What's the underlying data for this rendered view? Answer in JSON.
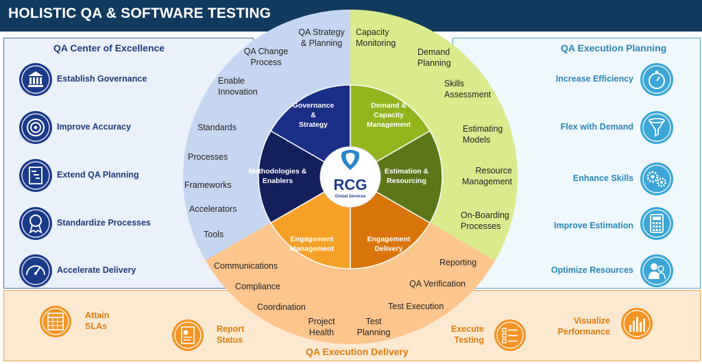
{
  "title": "HOLISTIC QA & SOFTWARE TESTING",
  "left_panel": {
    "title": "QA Center of Excellence",
    "items": [
      {
        "label": "Establish Governance",
        "icon": "institution-icon"
      },
      {
        "label": "Improve Accuracy",
        "icon": "target-icon"
      },
      {
        "label": "Extend QA Planning",
        "icon": "gantt-document-icon"
      },
      {
        "label": "Standardize Processes",
        "icon": "award-ribbon-icon"
      },
      {
        "label": "Accelerate Delivery",
        "icon": "speedometer-icon"
      }
    ]
  },
  "right_panel": {
    "title": "QA Execution Planning",
    "items": [
      {
        "label": "Increase Efficiency",
        "icon": "stopwatch-icon"
      },
      {
        "label": "Flex with Demand",
        "icon": "funnel-icon"
      },
      {
        "label": "Enhance Skills",
        "icon": "gears-icon"
      },
      {
        "label": "Improve Estimation",
        "icon": "calculator-icon"
      },
      {
        "label": "Optimize Resources",
        "icon": "people-icon"
      }
    ]
  },
  "bottom_panel": {
    "title": "QA Execution Delivery",
    "items": [
      {
        "line1": "Attain",
        "line2": "SLAs",
        "icon": "calendar-grid-icon"
      },
      {
        "line1": "Report",
        "line2": "Status",
        "icon": "report-icon"
      },
      {
        "line1": "Execute",
        "line2": "Testing",
        "icon": "checklist-icon"
      },
      {
        "line1": "Visualize",
        "line2": "Performance",
        "icon": "bar-chart-icon"
      }
    ]
  },
  "wheel": {
    "center_logo": {
      "text": "RCG",
      "sub": "Global Services"
    },
    "segments": [
      {
        "line1": "Governance",
        "line2": "&",
        "line3": "Strategy",
        "color": "#1c2f86"
      },
      {
        "line1": "Demand &",
        "line2": "Capacity",
        "line3": "Management",
        "color": "#92b51e"
      },
      {
        "line1": "Estimation &",
        "line2": "Resourcing",
        "color": "#5c761a"
      },
      {
        "line1": "Engagement",
        "line2": "Delivery",
        "color": "#d9750a"
      },
      {
        "line1": "Engagement",
        "line2": "Management",
        "color": "#f5a128"
      },
      {
        "line1": "Methodologies &",
        "line2": "Enablers",
        "color": "#12205c"
      }
    ],
    "outer_colors": {
      "blue": "#c5d6f1",
      "green": "#d9eb8c",
      "orange": "#fbc58c"
    },
    "outer_left": [
      "QA Strategy",
      "& Planning",
      "QA Change",
      "Process",
      "Enable",
      "Innovation",
      "Standards",
      "Processes",
      "Frameworks",
      "Accelerators",
      "Tools"
    ],
    "outer_right": [
      "Capacity",
      "Monitoring",
      "Demand",
      "Planning",
      "Skills",
      "Assessment",
      "Estimating",
      "Models",
      "Resource",
      "Management",
      "On-Boarding",
      "Processes"
    ],
    "outer_bottom": [
      "Communications",
      "Compliance",
      "Coordination",
      "Project",
      "Health",
      "Test",
      "Planning",
      "Reporting",
      "QA Verification",
      "Test Execution"
    ]
  }
}
